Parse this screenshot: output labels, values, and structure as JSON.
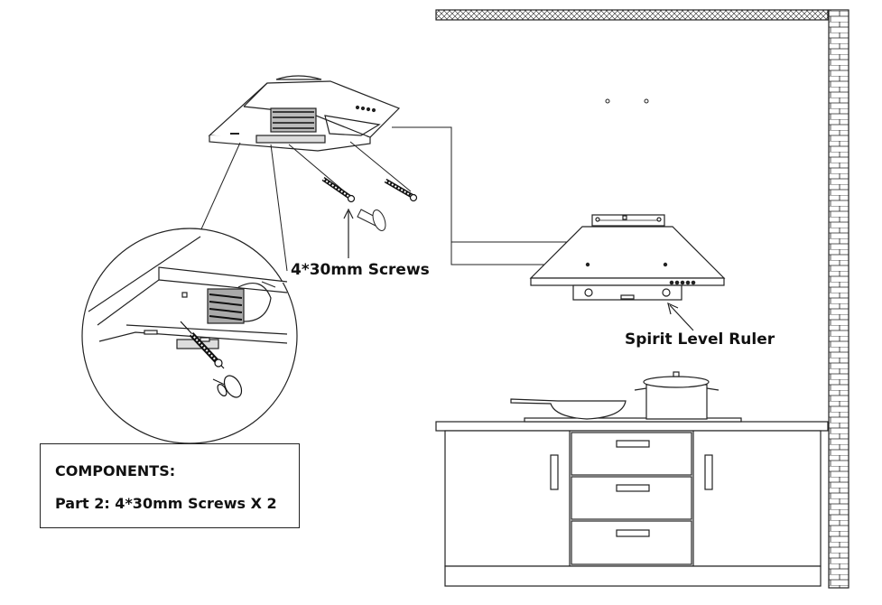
{
  "labels": {
    "screws": "4*30mm Screws",
    "spirit_level": "Spirit Level Ruler"
  },
  "components": {
    "title": "COMPONENTS:",
    "part": "Part  2:  4*30mm Screws X 2"
  }
}
